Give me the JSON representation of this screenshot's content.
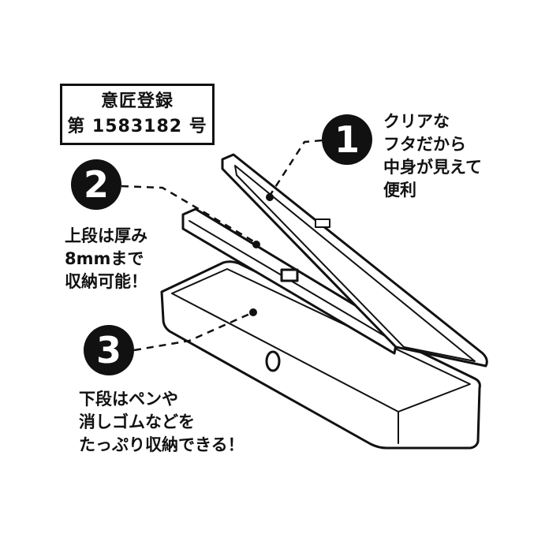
{
  "registration": {
    "line1": "意匠登録",
    "line2": "第 1583182 号"
  },
  "callouts": [
    {
      "number": "1",
      "lines": [
        "クリアな",
        "フタだから",
        "中身が見えて",
        "便利"
      ]
    },
    {
      "number": "2",
      "lines": [
        "上段は厚み",
        "8mmまで",
        "収納可能！"
      ]
    },
    {
      "number": "3",
      "lines": [
        "下段はペンや",
        "消しゴムなどを",
        "たっぷり収納できる！"
      ]
    }
  ]
}
